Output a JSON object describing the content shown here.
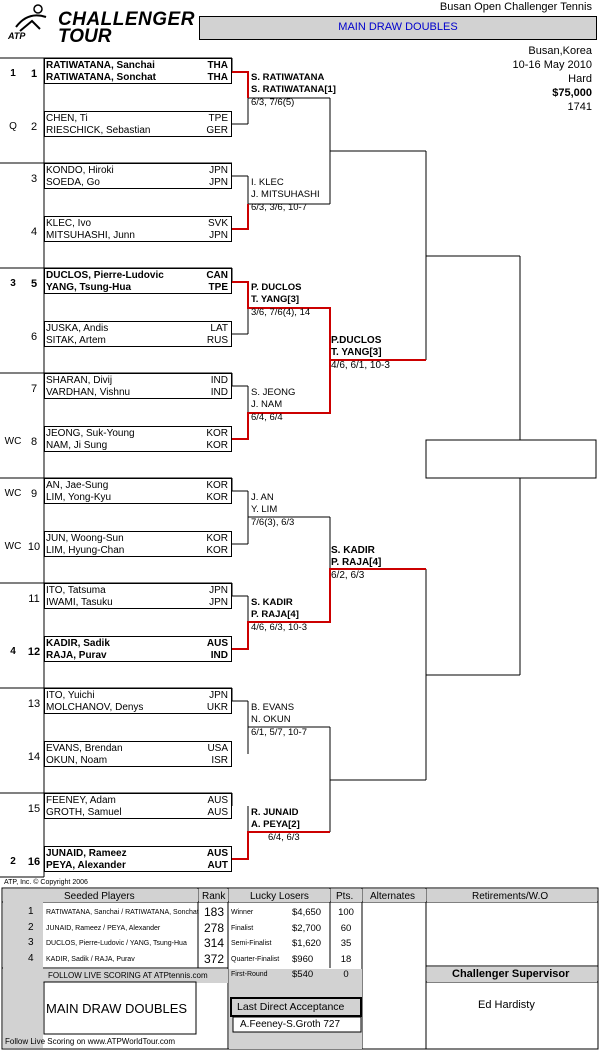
{
  "logo": {
    "brand": "ATP",
    "line1": "CHALLENGER",
    "line2": "TOUR"
  },
  "tournament": {
    "name": "Busan Open Challenger Tennis",
    "title": "MAIN DRAW DOUBLES",
    "location": "Busan,Korea",
    "dates": "10-16 May 2010",
    "surface": "Hard",
    "prize": "$75,000",
    "id": "1741"
  },
  "draw": [
    {
      "seed": "1",
      "num": "1",
      "p1": "RATIWATANA, Sanchai",
      "c1": "THA",
      "p2": "RATIWATANA, Sonchat",
      "c2": "THA",
      "bold": true
    },
    {
      "seed": "Q",
      "num": "2",
      "p1": "CHEN, Ti",
      "c1": "TPE",
      "p2": "RIESCHICK, Sebastian",
      "c2": "GER",
      "bold": false
    },
    {
      "seed": "",
      "num": "3",
      "p1": "KONDO, Hiroki",
      "c1": "JPN",
      "p2": "SOEDA, Go",
      "c2": "JPN",
      "bold": false
    },
    {
      "seed": "",
      "num": "4",
      "p1": "KLEC, Ivo",
      "c1": "SVK",
      "p2": "MITSUHASHI, Junn",
      "c2": "JPN",
      "bold": false
    },
    {
      "seed": "3",
      "num": "5",
      "p1": "DUCLOS, Pierre-Ludovic",
      "c1": "CAN",
      "p2": "YANG, Tsung-Hua",
      "c2": "TPE",
      "bold": true
    },
    {
      "seed": "",
      "num": "6",
      "p1": "JUSKA, Andis",
      "c1": "LAT",
      "p2": "SITAK, Artem",
      "c2": "RUS",
      "bold": false
    },
    {
      "seed": "",
      "num": "7",
      "p1": "SHARAN, Divij",
      "c1": "IND",
      "p2": "VARDHAN, Vishnu",
      "c2": "IND",
      "bold": false
    },
    {
      "seed": "WC",
      "num": "8",
      "p1": "JEONG, Suk-Young",
      "c1": "KOR",
      "p2": "NAM, Ji Sung",
      "c2": "KOR",
      "bold": false
    },
    {
      "seed": "WC",
      "num": "9",
      "p1": "AN, Jae-Sung",
      "c1": "KOR",
      "p2": "LIM, Yong-Kyu",
      "c2": "KOR",
      "bold": false
    },
    {
      "seed": "WC",
      "num": "10",
      "p1": "JUN, Woong-Sun",
      "c1": "KOR",
      "p2": "LIM, Hyung-Chan",
      "c2": "KOR",
      "bold": false
    },
    {
      "seed": "",
      "num": "11",
      "p1": "ITO, Tatsuma",
      "c1": "JPN",
      "p2": "IWAMI, Tasuku",
      "c2": "JPN",
      "bold": false
    },
    {
      "seed": "4",
      "num": "12",
      "p1": "KADIR, Sadik",
      "c1": "AUS",
      "p2": "RAJA, Purav",
      "c2": "IND",
      "bold": true
    },
    {
      "seed": "",
      "num": "13",
      "p1": "ITO, Yuichi",
      "c1": "JPN",
      "p2": "MOLCHANOV, Denys",
      "c2": "UKR",
      "bold": false
    },
    {
      "seed": "",
      "num": "14",
      "p1": "EVANS, Brendan",
      "c1": "USA",
      "p2": "OKUN, Noam",
      "c2": "ISR",
      "bold": false
    },
    {
      "seed": "",
      "num": "15",
      "p1": "FEENEY, Adam",
      "c1": "AUS",
      "p2": "GROTH, Samuel",
      "c2": "AUS",
      "bold": false
    },
    {
      "seed": "2",
      "num": "16",
      "p1": "JUNAID, Rameez",
      "c1": "AUS",
      "p2": "PEYA, Alexander",
      "c2": "AUT",
      "bold": true
    }
  ],
  "round2": [
    {
      "n1": "S. RATIWATANA",
      "n2": "S. RATIWATANA[1]",
      "score": "6/3, 7/6(5)"
    },
    {
      "n1": "I. KLEC",
      "n2": "J. MITSUHASHI",
      "score": "6/3, 3/6, 10-7"
    },
    {
      "n1": "P. DUCLOS",
      "n2": "T. YANG[3]",
      "score": "3/6, 7/6(4), 14"
    },
    {
      "n1": "S. JEONG",
      "n2": "J. NAM",
      "score": "6/4, 6/4"
    },
    {
      "n1": "J. AN",
      "n2": "Y. LIM",
      "score": "7/6(3), 6/3"
    },
    {
      "n1": "S. KADIR",
      "n2": "P. RAJA[4]",
      "score": "4/6, 6/3, 10-3"
    },
    {
      "n1": "B. EVANS",
      "n2": "N. OKUN",
      "score": "6/1, 5/7, 10-7"
    },
    {
      "n1": "R. JUNAID",
      "n2": "A. PEYA[2]",
      "score": "6/4, 6/3"
    }
  ],
  "qf": [
    {
      "n1": "P.DUCLOS",
      "n2": "T. YANG[3]",
      "score": "4/6, 6/1, 10-3"
    },
    {
      "n1": "S. KADIR",
      "n2": "P. RAJA[4]",
      "score": "6/2, 6/3"
    }
  ],
  "footer": {
    "copyright": "ATP, Inc. © Copyright 2006",
    "seeded_header": "Seeded Players",
    "rank_header": "Rank",
    "lucky_header": "Lucky Losers",
    "pts_header": "Pts.",
    "alternates_header": "Alternates",
    "retirements_header": "Retirements/W.O",
    "seeds": [
      {
        "n": "1",
        "name": "RATIWATANA, Sanchai / RATIWATANA, Sonchat",
        "rank": "183"
      },
      {
        "n": "2",
        "name": "JUNAID, Rameez / PEYA, Alexander",
        "rank": "278"
      },
      {
        "n": "3",
        "name": "DUCLOS, Pierre-Ludovic / YANG, Tsung-Hua",
        "rank": "314"
      },
      {
        "n": "4",
        "name": "KADIR, Sadik / RAJA, Purav",
        "rank": "372"
      }
    ],
    "prizes": [
      {
        "r": "Winner",
        "m": "$4,650",
        "p": "100"
      },
      {
        "r": "Finalist",
        "m": "$2,700",
        "p": "60"
      },
      {
        "r": "Semi-Finalist",
        "m": "$1,620",
        "p": "35"
      },
      {
        "r": "Quarter-Finalist",
        "m": "$960",
        "p": "18"
      },
      {
        "r": "First-Round",
        "m": "$540",
        "p": "0"
      }
    ],
    "follow_small": "FOLLOW LIVE SCORING AT ATPtennis.com",
    "draw_label": "MAIN DRAW DOUBLES",
    "follow_big": "Follow Live Scoring on www.ATPWorldTour.com",
    "lda_label": "Last Direct Acceptance",
    "lda_value": "A.Feeney-S.Groth 727",
    "supervisor_label": "Challenger Supervisor",
    "supervisor_name": "Ed Hardisty"
  },
  "colors": {
    "red": "#cc0000",
    "gray": "#d2d2d2",
    "link": "#0000cc"
  }
}
